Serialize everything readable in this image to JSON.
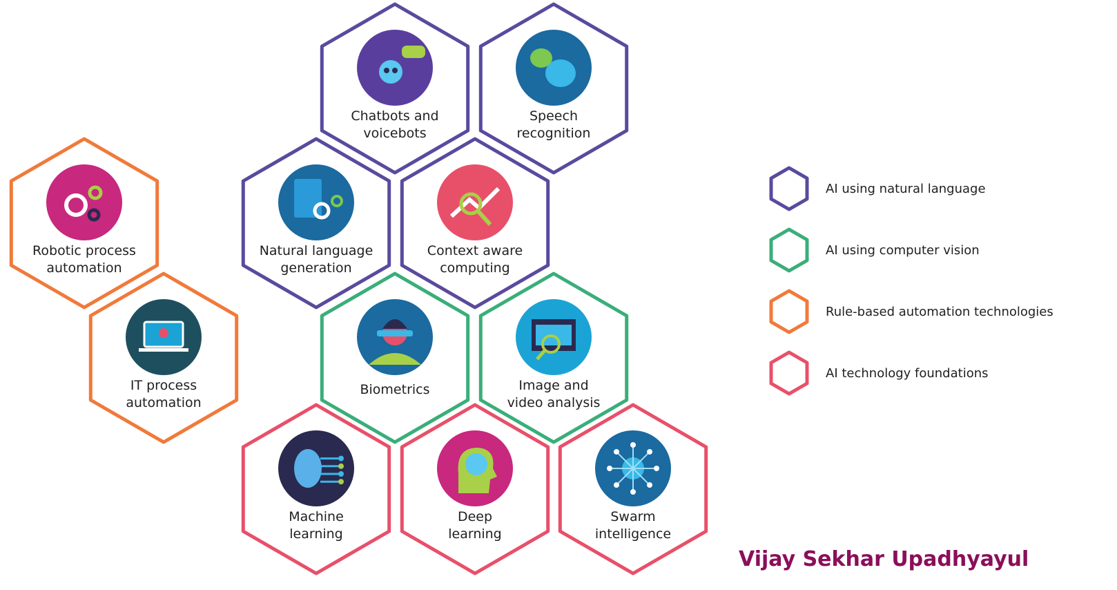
{
  "categories": {
    "nl": {
      "label": "AI using natural language",
      "color": "#5a4a9e"
    },
    "cv": {
      "label": "AI using computer vision",
      "color": "#3aae7a"
    },
    "rule": {
      "label": "Rule-based automation technologies",
      "color": "#f07a3a"
    },
    "found": {
      "label": "AI technology foundations",
      "color": "#e8506a"
    }
  },
  "legend_order": [
    "nl",
    "cv",
    "rule",
    "found"
  ],
  "technologies": [
    {
      "id": "chatbots",
      "category": "nl",
      "lines": [
        "Chatbots and",
        "voicebots"
      ],
      "icon": "chatbot-icon",
      "icon_bg": "#5a3e9e"
    },
    {
      "id": "speech",
      "category": "nl",
      "lines": [
        "Speech",
        "recognition"
      ],
      "icon": "speech-bubbles-icon",
      "icon_bg": "#1b6aa0"
    },
    {
      "id": "nlg",
      "category": "nl",
      "lines": [
        "Natural language",
        "generation"
      ],
      "icon": "document-gears-icon",
      "icon_bg": "#1b6aa0"
    },
    {
      "id": "context",
      "category": "nl",
      "lines": [
        "Context aware",
        "computing"
      ],
      "icon": "magnifier-chart-icon",
      "icon_bg": "#e8506a"
    },
    {
      "id": "rpa",
      "category": "rule",
      "lines": [
        "Robotic process",
        "automation"
      ],
      "icon": "gears-icon",
      "icon_bg": "#c8287e"
    },
    {
      "id": "itpa",
      "category": "rule",
      "lines": [
        "IT process",
        "automation"
      ],
      "icon": "laptop-bulb-icon",
      "icon_bg": "#1e4f5e"
    },
    {
      "id": "biometrics",
      "category": "cv",
      "lines": [
        "Biometrics"
      ],
      "icon": "face-scan-icon",
      "icon_bg": "#1b6aa0"
    },
    {
      "id": "image",
      "category": "cv",
      "lines": [
        "Image and",
        "video analysis"
      ],
      "icon": "film-magnifier-icon",
      "icon_bg": "#1ba3d6"
    },
    {
      "id": "ml",
      "category": "found",
      "lines": [
        "Machine",
        "learning"
      ],
      "icon": "brain-circuit-icon",
      "icon_bg": "#2a2a50"
    },
    {
      "id": "dl",
      "category": "found",
      "lines": [
        "Deep",
        "learning"
      ],
      "icon": "head-brain-icon",
      "icon_bg": "#c8287e"
    },
    {
      "id": "swarm",
      "category": "found",
      "lines": [
        "Swarm",
        "intelligence"
      ],
      "icon": "network-icon",
      "icon_bg": "#1b6aa0"
    }
  ],
  "author": "Vijay Sekhar Upadhyayul"
}
